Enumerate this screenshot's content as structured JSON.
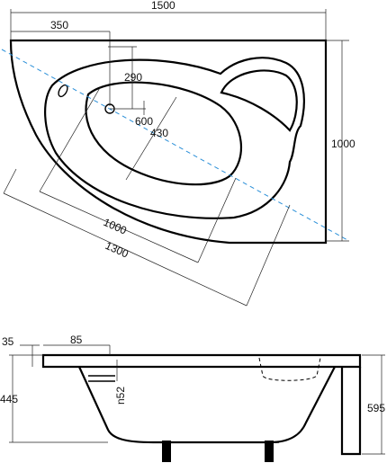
{
  "diagram": {
    "plan_dimensions": {
      "overall_width": "1500",
      "left_offset": "350",
      "drain_offset_top": "290",
      "drain_offset_right": "600",
      "inner_width": "430",
      "overall_height": "1000",
      "diag_inner": "1000",
      "diag_outer": "1300"
    },
    "section_dimensions": {
      "rim_top": "35",
      "rim_width": "85",
      "tub_depth": "445",
      "overflow_height": "n52",
      "total_height": "595"
    },
    "colors": {
      "line": "#000000",
      "dimension": "#222222",
      "axis": "#2a8fd8"
    }
  }
}
